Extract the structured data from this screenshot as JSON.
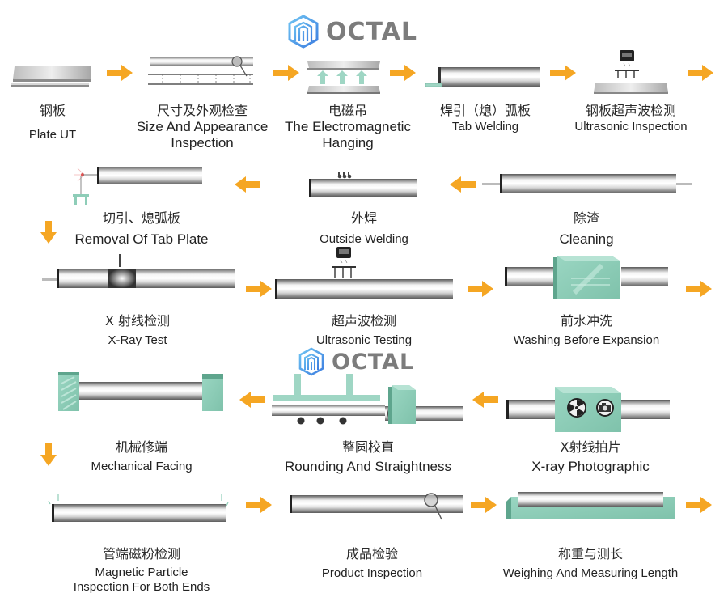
{
  "brand": {
    "name": "OCTAL",
    "logo_icon": "octal-hexagon-logo-icon",
    "colors": {
      "logo_blue": "#4aa3e8",
      "logo_text": "#7c7c7c",
      "arrow": "#f5a623",
      "machine_green": "#8ecdb8",
      "pipe_steel": "#c9c9c9"
    }
  },
  "diagram": {
    "title": "Steel pipe production process flow",
    "flow_direction": "serpentine (left-to-right, right-to-left alternating)",
    "steps": [
      {
        "id": 1,
        "cn": "钢板",
        "en": "Plate UT",
        "icon": "steel-plate-icon"
      },
      {
        "id": 2,
        "cn": "尺寸及外观检查",
        "en": "Size And Appearance Inspection",
        "en_lines": [
          "Size And Appearance",
          "Inspection"
        ],
        "icon": "magnifier-ruler-icon"
      },
      {
        "id": 3,
        "cn": "电磁吊",
        "en": "The Electromagnetic Hanging",
        "en_lines": [
          "The Electromagnetic",
          "Hanging"
        ],
        "icon": "electromagnet-lift-icon"
      },
      {
        "id": 4,
        "cn": "焊引（熄）弧板",
        "en": "Tab Welding",
        "icon": "tab-welding-pipe-icon"
      },
      {
        "id": 5,
        "cn": "钢板超声波检测",
        "en": "Ultrasonic Inspection",
        "icon": "ultrasonic-probe-plate-icon"
      },
      {
        "id": 6,
        "cn": "除渣",
        "en": "Cleaning",
        "icon": "pipe-cleaning-icon"
      },
      {
        "id": 7,
        "cn": "外焊",
        "en": "Outside Welding",
        "icon": "outside-welding-icon"
      },
      {
        "id": 8,
        "cn": "切引、熄弧板",
        "en": "Removal Of Tab Plate",
        "icon": "tab-cutting-icon"
      },
      {
        "id": 9,
        "cn": "X 射线检测",
        "en": "X-Ray Test",
        "icon": "xray-weld-icon"
      },
      {
        "id": 10,
        "cn": "超声波检测",
        "en": "Ultrasonic Testing",
        "icon": "ultrasonic-probe-pipe-icon"
      },
      {
        "id": 11,
        "cn": "前水冲洗",
        "en": "Washing Before Expansion",
        "icon": "washing-machine-icon"
      },
      {
        "id": 12,
        "cn": "X射线拍片",
        "en": "X-ray Photographic",
        "icon": "xray-camera-box-icon"
      },
      {
        "id": 13,
        "cn": "整圆校直",
        "en": "Rounding And Straightness",
        "icon": "rounding-straightening-icon"
      },
      {
        "id": 14,
        "cn": "机械修端",
        "en": "Mechanical Facing",
        "icon": "end-facing-icon"
      },
      {
        "id": 15,
        "cn": "管端磁粉检测",
        "en": "Magnetic Particle Inspection For Both Ends",
        "en_lines": [
          "Magnetic Particle",
          "Inspection For Both Ends"
        ],
        "icon": "magnetic-particle-icon"
      },
      {
        "id": 16,
        "cn": "成品检验",
        "en": "Product Inspection",
        "icon": "product-magnifier-icon"
      },
      {
        "id": 17,
        "cn": "称重与测长",
        "en": "Weighing And Measuring Length",
        "icon": "weighing-scale-icon"
      }
    ],
    "arrows": [
      {
        "from": 1,
        "to": 2,
        "direction": "right"
      },
      {
        "from": 2,
        "to": 3,
        "direction": "right"
      },
      {
        "from": 3,
        "to": 4,
        "direction": "right"
      },
      {
        "from": 4,
        "to": 5,
        "direction": "right"
      },
      {
        "from": 5,
        "to": 6,
        "direction": "right"
      },
      {
        "from": 6,
        "to": 7,
        "direction": "left"
      },
      {
        "from": 7,
        "to": 8,
        "direction": "left"
      },
      {
        "from": 8,
        "to": 9,
        "direction": "down"
      },
      {
        "from": 9,
        "to": 10,
        "direction": "right"
      },
      {
        "from": 10,
        "to": 11,
        "direction": "right"
      },
      {
        "from": 11,
        "to": 12,
        "direction": "right"
      },
      {
        "from": 12,
        "to": 13,
        "direction": "left"
      },
      {
        "from": 13,
        "to": 14,
        "direction": "left"
      },
      {
        "from": 14,
        "to": 15,
        "direction": "down"
      },
      {
        "from": 15,
        "to": 16,
        "direction": "right"
      },
      {
        "from": 16,
        "to": 17,
        "direction": "right"
      },
      {
        "from": 17,
        "to": "end",
        "direction": "right"
      }
    ]
  }
}
